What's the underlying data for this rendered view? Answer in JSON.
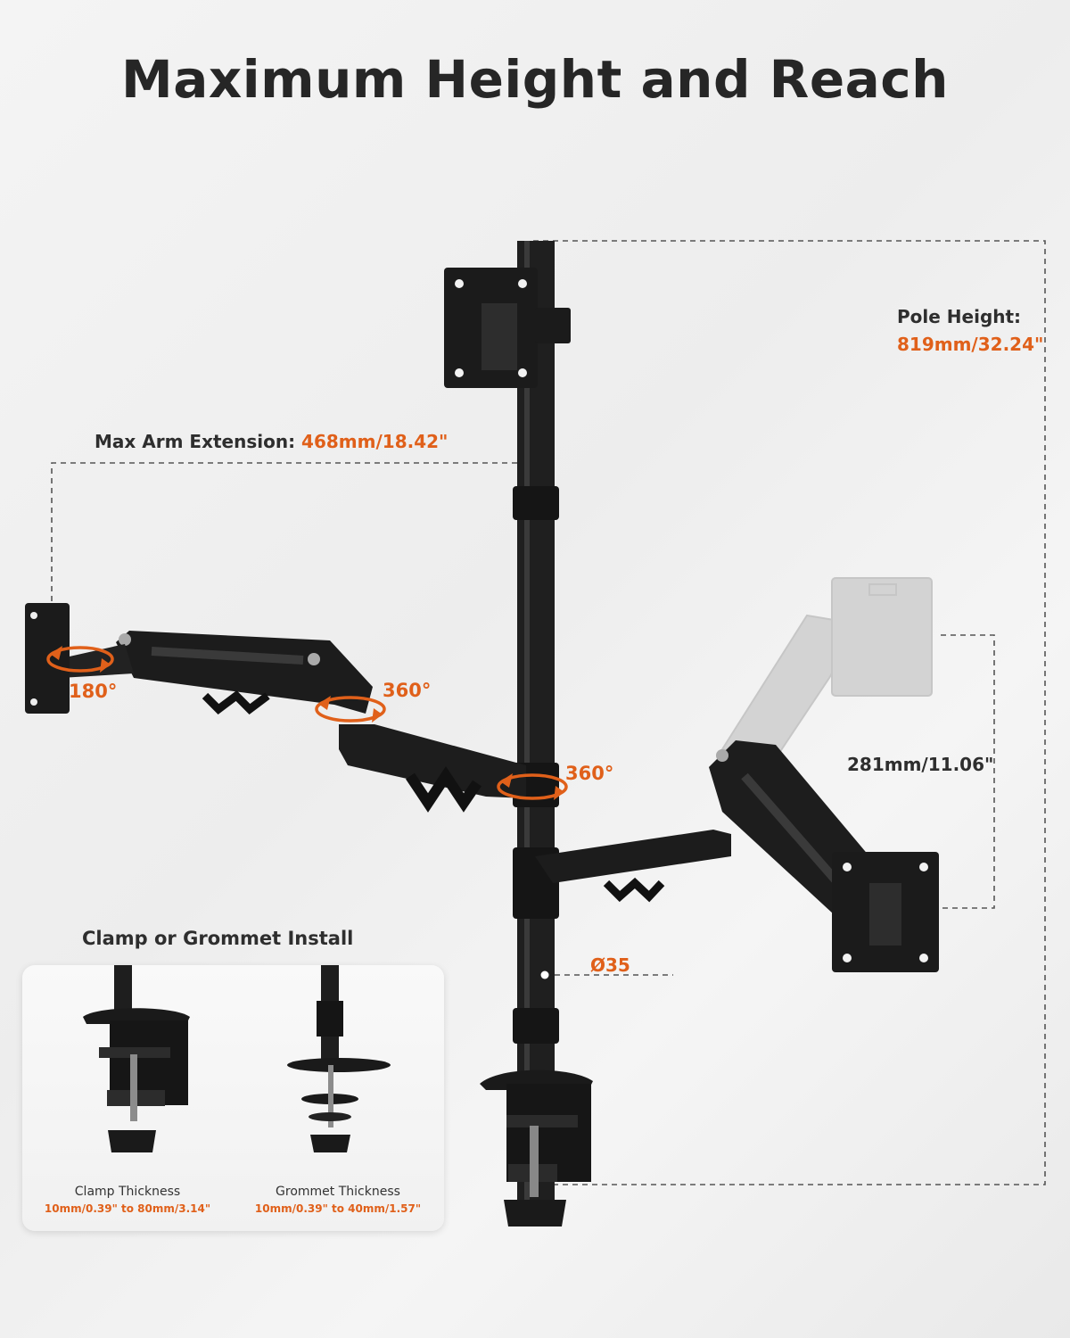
{
  "title": "Maximum Height and Reach",
  "arm_extension": {
    "label": "Max Arm Extension:",
    "value": "468mm/18.42\""
  },
  "pole_height": {
    "label": "Pole Height:",
    "value": "819mm/32.24\""
  },
  "vertical_travel": {
    "value": "281mm/11.06\""
  },
  "pole_diameter": {
    "value": "Ø35"
  },
  "rotations": {
    "tilt": "180°",
    "arm_joint": "360°",
    "pole_joint": "360°"
  },
  "install": {
    "title": "Clamp or Grommet Install",
    "clamp": {
      "name": "Clamp Thickness",
      "range": "10mm/0.39\" to 80mm/3.14\""
    },
    "grommet": {
      "name": "Grommet Thickness",
      "range": "10mm/0.39\" to 40mm/1.57\""
    }
  },
  "colors": {
    "accent": "#e0601a",
    "metal": "#1c1c1c",
    "ghost": "#d2d2d2",
    "dash": "#555555"
  }
}
